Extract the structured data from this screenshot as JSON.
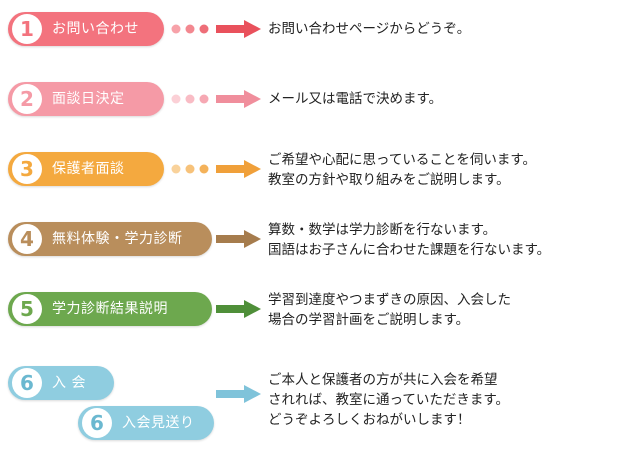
{
  "steps": [
    {
      "number": "1",
      "label": "お問い合わせ",
      "lines": [
        "お問い合わせページからどうぞ。"
      ],
      "color": "#f3737e",
      "connector_color": "#e9515c"
    },
    {
      "number": "2",
      "label": "面談日決定",
      "lines": [
        "メール又は電話で決めます。"
      ],
      "color": "#f59aa6",
      "connector_color": "#f08e9c"
    },
    {
      "number": "3",
      "label": "保護者面談",
      "lines": [
        "ご希望や心配に思っていることを伺います。",
        "教室の方針や取り組みをご説明します。"
      ],
      "color": "#f4a93f",
      "connector_color": "#f0a03a"
    },
    {
      "number": "4",
      "label": "無料体験・学力診断",
      "lines": [
        "算数・数学は学力診断を行ないます。",
        "国語はお子さんに合わせた課題を行ないます。"
      ],
      "color": "#b98e5c",
      "connector_color": "#a67c4d"
    },
    {
      "number": "5",
      "label": "学力診断結果説明",
      "lines": [
        "学習到達度やつまずきの原因、入会した",
        "場合の学習計画をご説明します。"
      ],
      "color": "#6da84e",
      "connector_color": "#4f8f39"
    },
    {
      "number": "6",
      "label": "入 会",
      "label_b": "入会見送り",
      "lines": [
        "ご本人と保護者の方が共に入会を希望",
        "されれば、教室に通っていただきます。",
        "どうぞよろしくおねがいします！"
      ],
      "color": "#8fcde0",
      "connector_color": "#7fc3da"
    }
  ]
}
